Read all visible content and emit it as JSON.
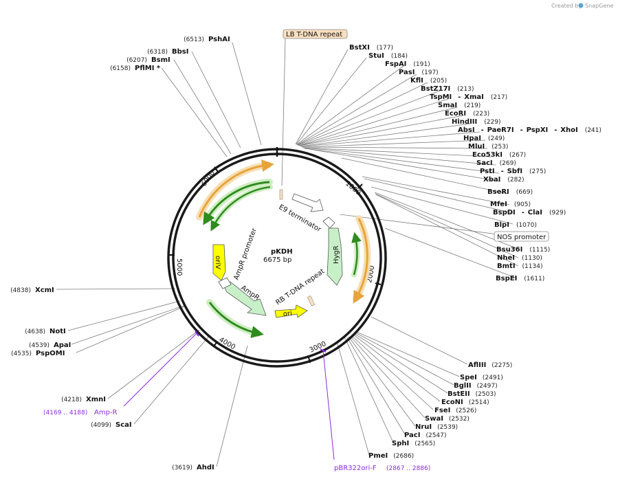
{
  "watermark": {
    "created_by": "Created by",
    "brand": "SnapGene"
  },
  "plasmid": {
    "name": "pKDH",
    "size": "6675 bp"
  },
  "ticks": [
    "1000",
    "2000",
    "3000",
    "4000",
    "5000",
    "6000"
  ],
  "features": {
    "lb_repeat": "LB T-DNA repeat",
    "nos_promoter": "NOS promoter",
    "e9_terminator": "E9 terminator",
    "hygr": "HygR",
    "rb_repeat": "RB T-DNA repeat",
    "ori": "ori",
    "ampr": "AmpR",
    "ampr_promoter": "AmpR promoter",
    "oriv": "oriV"
  },
  "primers": {
    "amp_r": {
      "name": "Amp-R",
      "range": "(4169 .. 4188)"
    },
    "pbr322": {
      "name": "pBR322ori-F",
      "range": "(2867 .. 2886)"
    }
  },
  "sites_right_top": [
    {
      "parts": [
        {
          "name": "BstXI"
        }
      ],
      "pos": "(177)"
    },
    {
      "parts": [
        {
          "name": "StuI"
        }
      ],
      "pos": "(184)"
    },
    {
      "parts": [
        {
          "name": "FspAI"
        }
      ],
      "pos": "(191)"
    },
    {
      "parts": [
        {
          "name": "PasI"
        }
      ],
      "pos": "(197)"
    },
    {
      "parts": [
        {
          "name": "KflI"
        }
      ],
      "pos": "(205)"
    },
    {
      "parts": [
        {
          "name": "BstZ17I"
        }
      ],
      "pos": "(213)"
    },
    {
      "parts": [
        {
          "name": "TspMI"
        },
        {
          "name": "XmaI"
        }
      ],
      "pos": "(217)"
    },
    {
      "parts": [
        {
          "name": "SmaI"
        }
      ],
      "pos": "(219)"
    },
    {
      "parts": [
        {
          "name": "EcoRI"
        }
      ],
      "pos": "(223)"
    },
    {
      "parts": [
        {
          "name": "HindIII"
        }
      ],
      "pos": "(229)"
    },
    {
      "parts": [
        {
          "name": "AbsI"
        },
        {
          "name": "PaeR7I"
        },
        {
          "name": "PspXI"
        },
        {
          "name": "XhoI"
        }
      ],
      "pos": "(241)"
    },
    {
      "parts": [
        {
          "name": "HpaI"
        }
      ],
      "pos": "(249)"
    },
    {
      "parts": [
        {
          "name": "MluI"
        }
      ],
      "pos": "(253)"
    },
    {
      "parts": [
        {
          "name": "Eco53kI"
        }
      ],
      "pos": "(267)"
    },
    {
      "parts": [
        {
          "name": "SacI"
        }
      ],
      "pos": "(269)"
    },
    {
      "parts": [
        {
          "name": "PstI"
        },
        {
          "name": "SbfI"
        }
      ],
      "pos": "(275)"
    },
    {
      "parts": [
        {
          "name": "XbaI"
        }
      ],
      "pos": "(282)"
    },
    {
      "parts": [
        {
          "name": "BseRI"
        }
      ],
      "pos": "(669)"
    },
    {
      "parts": [
        {
          "name": "MfeI"
        }
      ],
      "pos": "(905)"
    },
    {
      "parts": [
        {
          "name": "BspDI"
        },
        {
          "name": "ClaI"
        }
      ],
      "pos": "(929)"
    },
    {
      "parts": [
        {
          "name": "BlpI"
        }
      ],
      "pos": "(1070)"
    },
    {
      "parts": [
        {
          "name": "Bsu36I"
        }
      ],
      "pos": "(1115)"
    },
    {
      "parts": [
        {
          "name": "NheI"
        }
      ],
      "pos": "(1130)"
    },
    {
      "parts": [
        {
          "name": "BmtI"
        }
      ],
      "pos": "(1134)"
    },
    {
      "parts": [
        {
          "name": "BspEI"
        }
      ],
      "pos": "(1611)"
    }
  ],
  "sites_right_bottom": [
    {
      "parts": [
        {
          "name": "AflIII"
        }
      ],
      "pos": "(2275)"
    },
    {
      "parts": [
        {
          "name": "SpeI"
        }
      ],
      "pos": "(2491)"
    },
    {
      "parts": [
        {
          "name": "BglII"
        }
      ],
      "pos": "(2497)"
    },
    {
      "parts": [
        {
          "name": "BstEII"
        }
      ],
      "pos": "(2503)"
    },
    {
      "parts": [
        {
          "name": "EcoNI"
        }
      ],
      "pos": "(2514)"
    },
    {
      "parts": [
        {
          "name": "FseI"
        }
      ],
      "pos": "(2526)"
    },
    {
      "parts": [
        {
          "name": "SwaI"
        }
      ],
      "pos": "(2532)"
    },
    {
      "parts": [
        {
          "name": "NruI"
        }
      ],
      "pos": "(2539)"
    },
    {
      "parts": [
        {
          "name": "PacI"
        }
      ],
      "pos": "(2547)"
    },
    {
      "parts": [
        {
          "name": "SphI"
        }
      ],
      "pos": "(2565)"
    },
    {
      "parts": [
        {
          "name": "PmeI"
        }
      ],
      "pos": "(2686)"
    }
  ],
  "sites_left_top": [
    {
      "pos": "(6513)",
      "name": "PshAI"
    },
    {
      "pos": "(6318)",
      "name": "BbsI"
    },
    {
      "pos": "(6207)",
      "name": "BsmI"
    },
    {
      "pos": "(6158)",
      "name": "PflMI *"
    }
  ],
  "sites_left_bottom": [
    {
      "pos": "(4838)",
      "name": "XcmI"
    },
    {
      "pos": "(4638)",
      "name": "NotI"
    },
    {
      "pos": "(4539)",
      "name": "ApaI"
    },
    {
      "pos": "(4535)",
      "name": "PspOMI"
    },
    {
      "pos": "(4218)",
      "name": "XmnI"
    },
    {
      "pos": "(4099)",
      "name": "ScaI"
    },
    {
      "pos": "(3619)",
      "name": "AhdI"
    }
  ],
  "colors": {
    "backbone": "#1a1a1a",
    "orange": "#e8a33b",
    "orange_glow": "#f6dfb2",
    "green": "#2e8b1e",
    "green_glow": "#cfeec3",
    "hygr_fill": "#c8f0c8",
    "ori_fill": "#ffff00",
    "primer": "#8a2be2",
    "lb_fill": "#f9dfc0"
  }
}
